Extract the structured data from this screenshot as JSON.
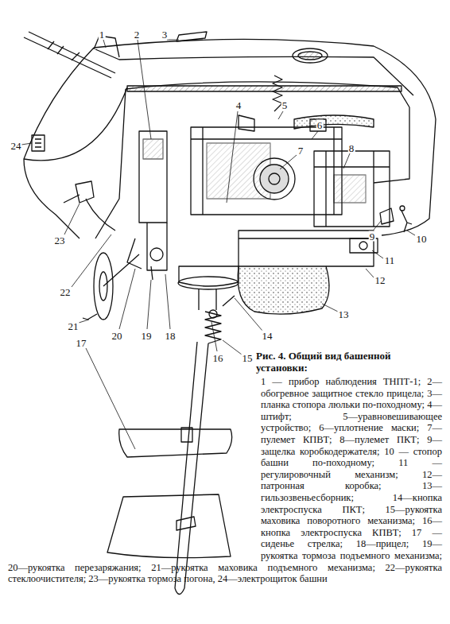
{
  "diagram": {
    "title": "Рис. 4. Общий вид башенной установки:",
    "caption": "1 — прибор наблюдения ТНПТ-1; 2—обогревное защитное стекло прицела; 3—планка стопора люльки по-походному; 4—штифт; 5—уравновешивающее устройство; 6—уплотнение маски; 7—пулемет КПВТ; 8—пулемет ПКТ; 9—защелка коробкодержателя; 10 — стопор башни по-походному; 11 — регулировочный механизм; 12—патронная коробка; 13—гильзозвеньесборник; 14—кнопка электроспуска ПКТ; 15—рукоятка маховика поворотного механизма; 16—кнопка электроспуска КПВТ; 17 — сиденье стрелка; 18—прицел; 19—рукоятка тормоза подъемного механизма; 20—рукоятка перезаряжания; 21—рукоятка маховика подъемного механизма; 22—рукоятка стеклоочистителя; 23—рукоятка тормоза погона, 24—электрощиток башни",
    "labels": [
      "1",
      "2",
      "3",
      "4",
      "5",
      "6",
      "7",
      "8",
      "9",
      "10",
      "11",
      "12",
      "13",
      "14",
      "15",
      "16",
      "17",
      "18",
      "19",
      "20",
      "21",
      "22",
      "23",
      "24"
    ]
  }
}
